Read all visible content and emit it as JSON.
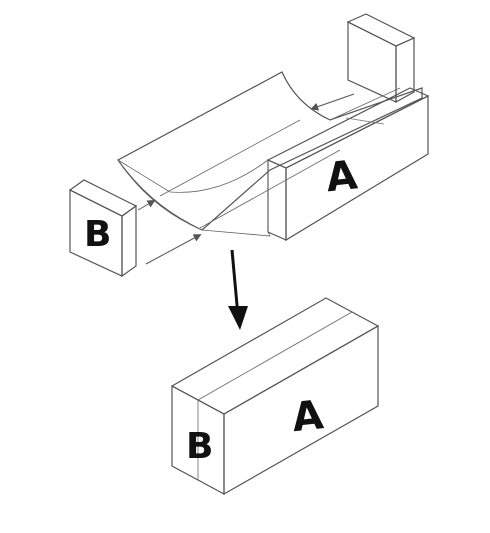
{
  "labels": {
    "part_a": "A",
    "part_b": "B",
    "result_a": "A",
    "result_b": "B"
  },
  "colors": {
    "face_light": "#dcdcdc",
    "face_mid": "#c4c4c4",
    "face_dark": "#9e9e9e",
    "edge": "#555555",
    "arrow": "#111111"
  }
}
